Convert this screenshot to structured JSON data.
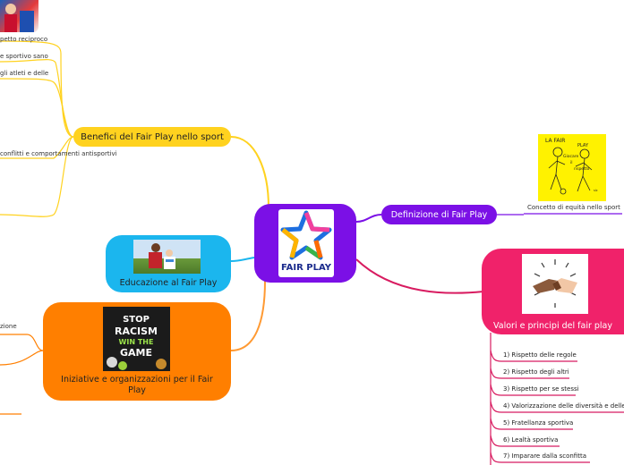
{
  "central": {
    "logo_text": "FAIR PLAY"
  },
  "nodes": {
    "benefici": "Benefici del Fair Play nello sport",
    "definizione": "Definizione di Fair Play",
    "educazione": "Educazione al Fair Play",
    "iniziative": "Iniziative e organizzazioni per il Fair Play",
    "valori": "Valori e principi del fair play"
  },
  "left_labels": {
    "rispetto_reciproco": "petto reciproco",
    "sportivo_sano": "e sportivo sano",
    "atleti": "gli atleti e delle",
    "conflitti": "conflitti e comportamenti antisportivi",
    "zione": "zione"
  },
  "definizione_child": "Concetto di equità nello sport",
  "sketch_text": {
    "line1": "LA FAIR",
    "line2": "PLAY",
    "line3": "Giocare",
    "line4": "il",
    "line5": "rispetto",
    "sig": "slc"
  },
  "poster_text": {
    "line1": "STOP",
    "line2": "RACISM",
    "line3": "WIN THE",
    "line4": "GAME"
  },
  "valori_list": [
    "1) Rispetto delle regole",
    "2) Rispetto degli altri",
    "3) Rispetto per se stessi",
    "4) Valorizzazione delle diversità e delle",
    "5) Fratellanza sportiva",
    "6) Lealtà sportiva",
    "7) Imparare dalla sconfitta"
  ],
  "colors": {
    "central": "#7b10e6",
    "yellow": "#ffd21f",
    "blue": "#1bb6ee",
    "orange": "#ff7f00",
    "pink": "#f0226a",
    "purple_link": "#7b10e6"
  }
}
